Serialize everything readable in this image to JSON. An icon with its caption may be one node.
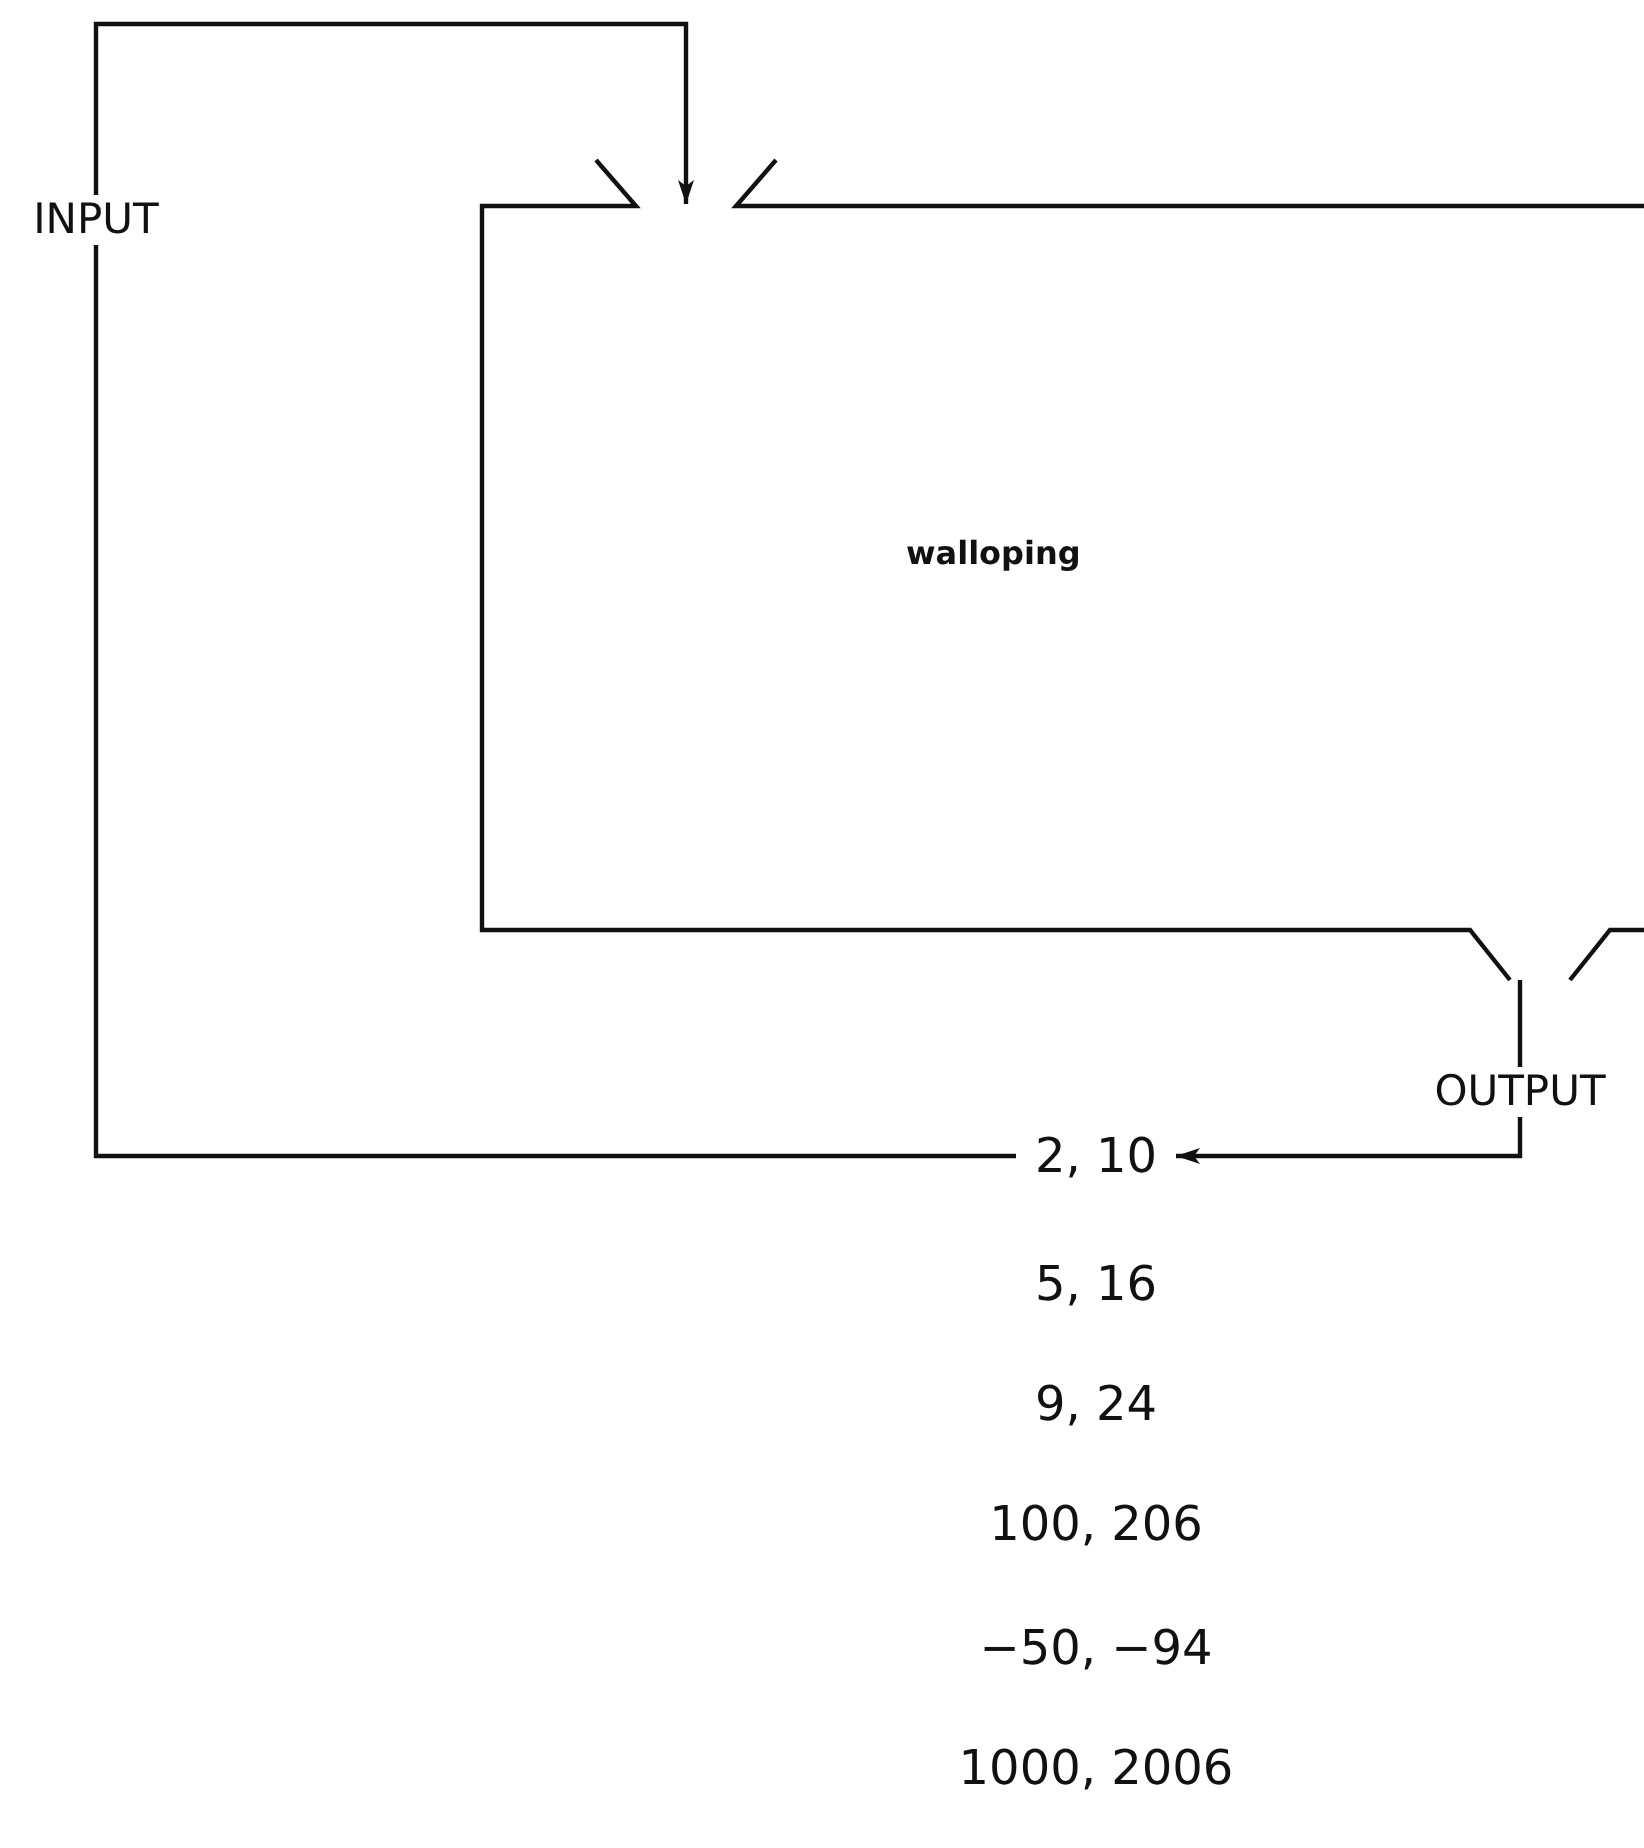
{
  "diagram": {
    "nodes": [
      {
        "text": [
          "walloping"
        ]
      },
      {
        "text": [
          "2, 10"
        ]
      }
    ],
    "edges": [
      {
        "from": 0,
        "to": 1,
        "arrow": "to",
        "label": "OUTPUT"
      },
      {
        "from": 1,
        "to": 0,
        "arrow": "to",
        "label": "INPUT"
      }
    ],
    "labels": [
      "5, 16",
      "9, 24",
      "100, 206",
      "−50, −94",
      "1000, 2006"
    ]
  }
}
